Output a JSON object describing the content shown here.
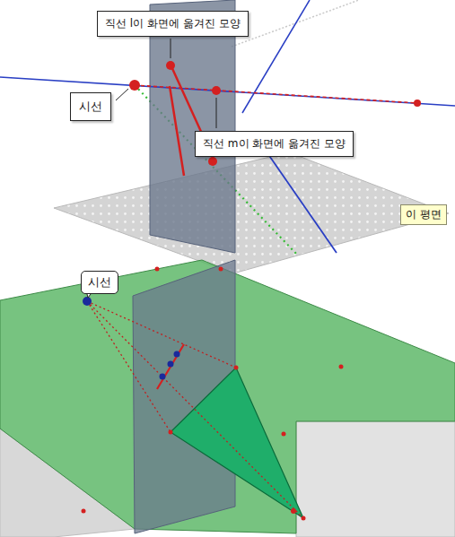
{
  "diagram": {
    "nodes": [
      {
        "text": [
          "직선 l이 화면에 옮겨진 모양"
        ]
      },
      {
        "text": [
          "시선"
        ]
      },
      {
        "text": [
          "직선 m이 화면에 옮겨진 모양"
        ]
      },
      {
        "text": [
          "이 평면"
        ]
      },
      {
        "text": [
          "시선"
        ]
      }
    ]
  }
}
